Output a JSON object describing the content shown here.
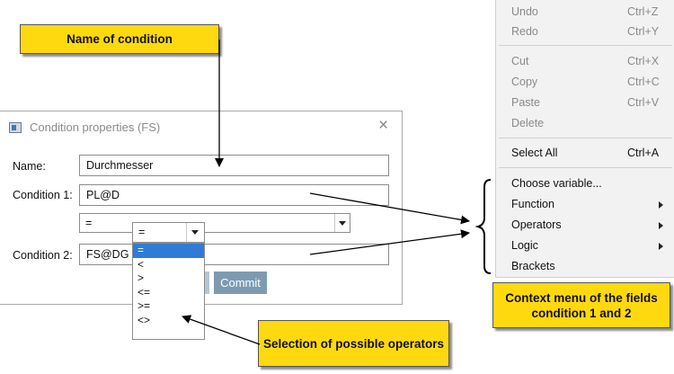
{
  "callouts": {
    "name": "Name of condition",
    "operators": "Selection of possible operators",
    "context_menu": "Context menu  of the fields condition 1 and 2"
  },
  "dialog": {
    "title": "Condition properties (FS)",
    "close_glyph": "×",
    "name_label": "Name:",
    "name_value": "Durchmesser",
    "condition1_label": "Condition 1:",
    "condition1_value": "PL@D",
    "operator_value": "=",
    "condition2_label": "Condition 2:",
    "condition2_value": "FS@DG",
    "commit_label": "Commit"
  },
  "operator_dropdown": {
    "selected": "=",
    "options": [
      "=",
      "<",
      ">",
      "<=",
      ">=",
      "<>"
    ]
  },
  "context_menu": {
    "undo": {
      "label": "Undo",
      "shortcut": "Ctrl+Z"
    },
    "redo": {
      "label": "Redo",
      "shortcut": "Ctrl+Y"
    },
    "cut": {
      "label": "Cut",
      "shortcut": "Ctrl+X"
    },
    "copy": {
      "label": "Copy",
      "shortcut": "Ctrl+C"
    },
    "paste": {
      "label": "Paste",
      "shortcut": "Ctrl+V"
    },
    "delete": {
      "label": "Delete"
    },
    "select_all": {
      "label": "Select All",
      "shortcut": "Ctrl+A"
    },
    "choose_variable": {
      "label": "Choose variable..."
    },
    "function": {
      "label": "Function"
    },
    "operators": {
      "label": "Operators"
    },
    "logic": {
      "label": "Logic"
    },
    "brackets": {
      "label": "Brackets"
    }
  },
  "colors": {
    "callout_fill": "#ffd90f",
    "selection_blue": "#2f7bd6",
    "commit_button": "#7d9bb0"
  }
}
